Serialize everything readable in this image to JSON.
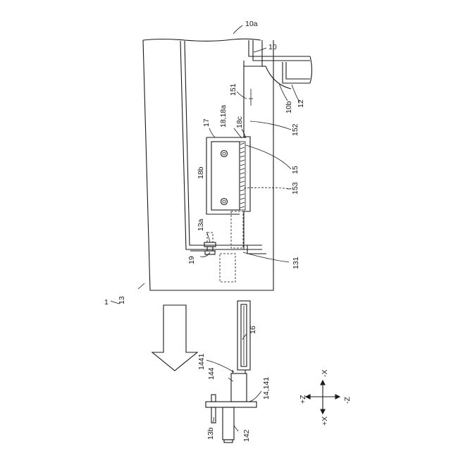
{
  "labels": {
    "ref_10a": "10a",
    "ref_10": "10",
    "ref_10b": "10b",
    "ref_12": "12",
    "ref_151": "151",
    "ref_17": "17",
    "ref_18_18a": "18,18a",
    "ref_18c": "18c",
    "ref_152": "152",
    "ref_15": "15",
    "ref_18b": "18b",
    "ref_153": "153",
    "ref_13a": "13a",
    "ref_19": "19",
    "ref_131": "131",
    "ref_1": "1",
    "ref_13": "13",
    "ref_16": "16",
    "ref_1441": "1441",
    "ref_144": "144",
    "ref_14_141": "14,141",
    "ref_13b": "13b",
    "ref_142": "142"
  },
  "axes": {
    "plus_z": "+Z",
    "minus_x": "-X",
    "minus_z": "-Z",
    "plus_x": "+X"
  }
}
